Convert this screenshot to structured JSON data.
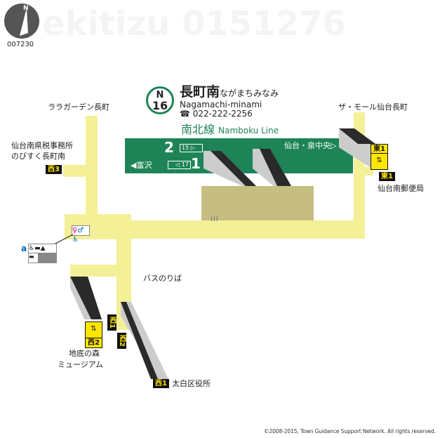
{
  "map_id": "007230",
  "compass": {
    "label": "N"
  },
  "watermark": "ekitizu 0151276",
  "station": {
    "line_code": "N",
    "number": "16",
    "name_ja": "長町南",
    "name_kana": "ながまちみなみ",
    "name_en": "Nagamachi-minami",
    "phone": "022-222-2256"
  },
  "line": {
    "name_ja": "南北線",
    "name_en": "Namboku Line",
    "dir_north": "仙台・泉中央▷",
    "dir_south": "◀富沢",
    "platform2": "2",
    "platform2_car": "15",
    "platform1": "1",
    "platform1_car": "17"
  },
  "labels": {
    "lalagarden": "ララガーデン長町",
    "tax1": "仙台南県税事務所",
    "tax2": "のびすく長町南",
    "the_mall": "ザ・モール仙台長町",
    "post": "仙台南郵便局",
    "bus": "バスのりば",
    "museum1": "地底の森",
    "museum2": "ミュージアム",
    "ward": "太白区役所",
    "facility_a": "a"
  },
  "exits": {
    "nishi3": "西3",
    "nishi2": "西2",
    "nishi1": "西1",
    "nishi2v": "西2",
    "nishi1v": "西1",
    "higashi1": "東1",
    "higashi1b": "東1"
  },
  "copyright": "©2008-2015, Town Guidance Support Network. All rights reserved.",
  "colors": {
    "corridor": "#f3f098",
    "line": "#1e8457",
    "platform": "#c6bd82",
    "exit_bg": "#111111",
    "exit_text": "#ffe600"
  }
}
